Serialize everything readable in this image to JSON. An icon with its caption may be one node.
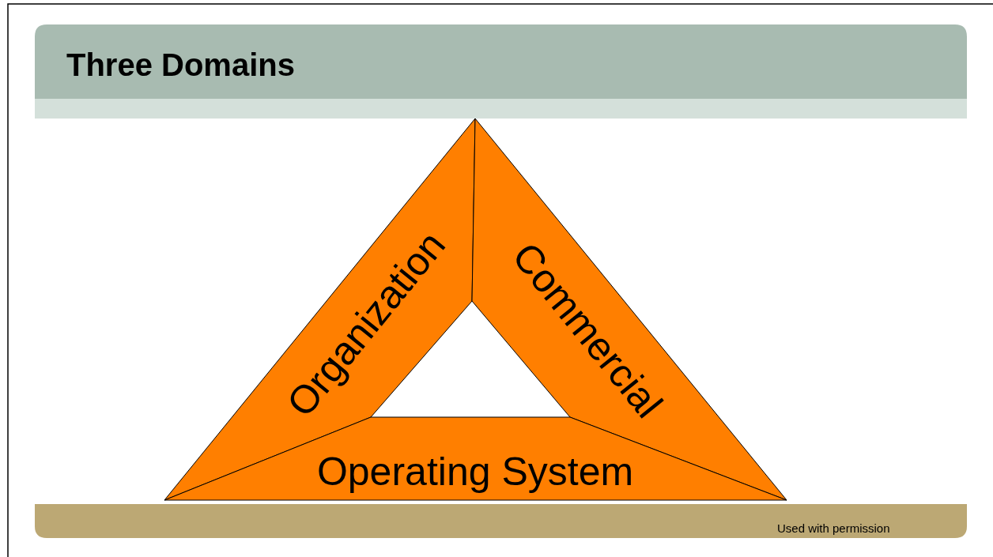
{
  "diagram": {
    "title": "Three Domains",
    "nodes": [
      {
        "text": [
          "Organization"
        ]
      },
      {
        "text": [
          "Commercial"
        ]
      },
      {
        "text": [
          "Operating System"
        ]
      }
    ],
    "labels": [
      "Used with permission"
    ]
  }
}
